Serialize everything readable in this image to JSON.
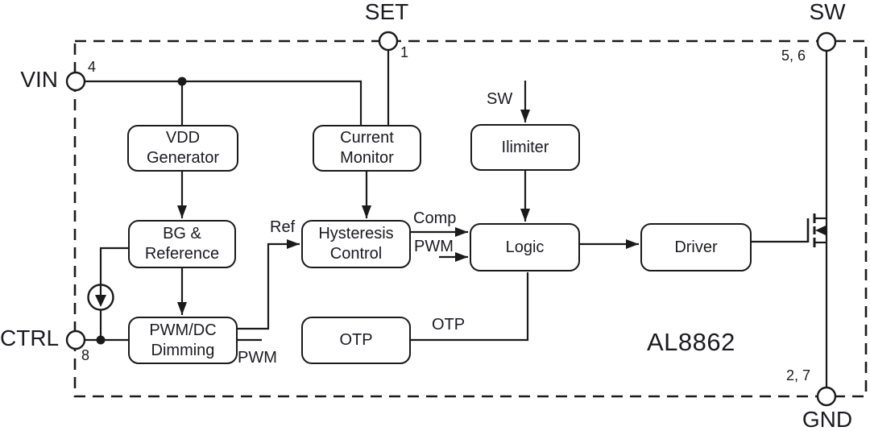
{
  "diagram": {
    "part_number": "AL8862",
    "colors": {
      "line": "#1a1a1a",
      "text": "#1b1b20",
      "background": "#ffffff"
    }
  },
  "pins": {
    "vin": {
      "label": "VIN",
      "number": "4"
    },
    "set": {
      "label": "SET",
      "number": "1"
    },
    "sw": {
      "label": "SW",
      "number": "5, 6"
    },
    "ctrl": {
      "label": "CTRL",
      "number": "8"
    },
    "gnd": {
      "label": "GND",
      "number": "2, 7"
    }
  },
  "blocks": {
    "vdd_generator": {
      "label": "VDD\nGenerator"
    },
    "current_monitor": {
      "label": "Current\nMonitor"
    },
    "ilimiter": {
      "label": "Ilimiter"
    },
    "bg_reference": {
      "label": "BG &\nReference"
    },
    "hysteresis_control": {
      "label": "Hysteresis\nControl"
    },
    "logic": {
      "label": "Logic"
    },
    "driver": {
      "label": "Driver"
    },
    "pwm_dc_dimming": {
      "label": "PWM/DC\nDimming"
    },
    "otp": {
      "label": "OTP"
    }
  },
  "signals": {
    "sw_internal": "SW",
    "ref": "Ref",
    "comp": "Comp",
    "pwm_into_logic": "PWM",
    "pwm_from_dimming": "PWM",
    "otp_line": "OTP"
  }
}
